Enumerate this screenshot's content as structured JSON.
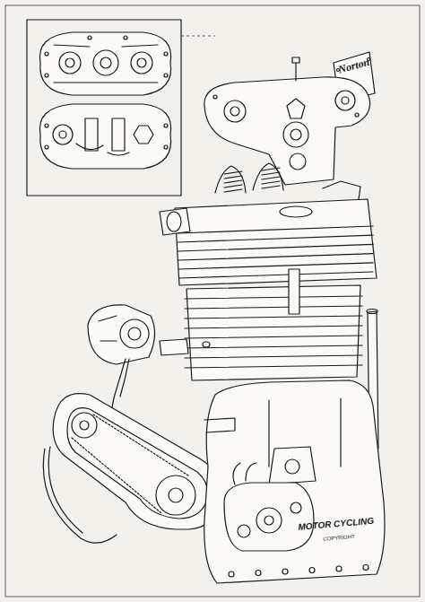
{
  "diagram": {
    "labels": [
      "Norton",
      "MOTOR CYCLING",
      "COPYRIGHT"
    ]
  }
}
